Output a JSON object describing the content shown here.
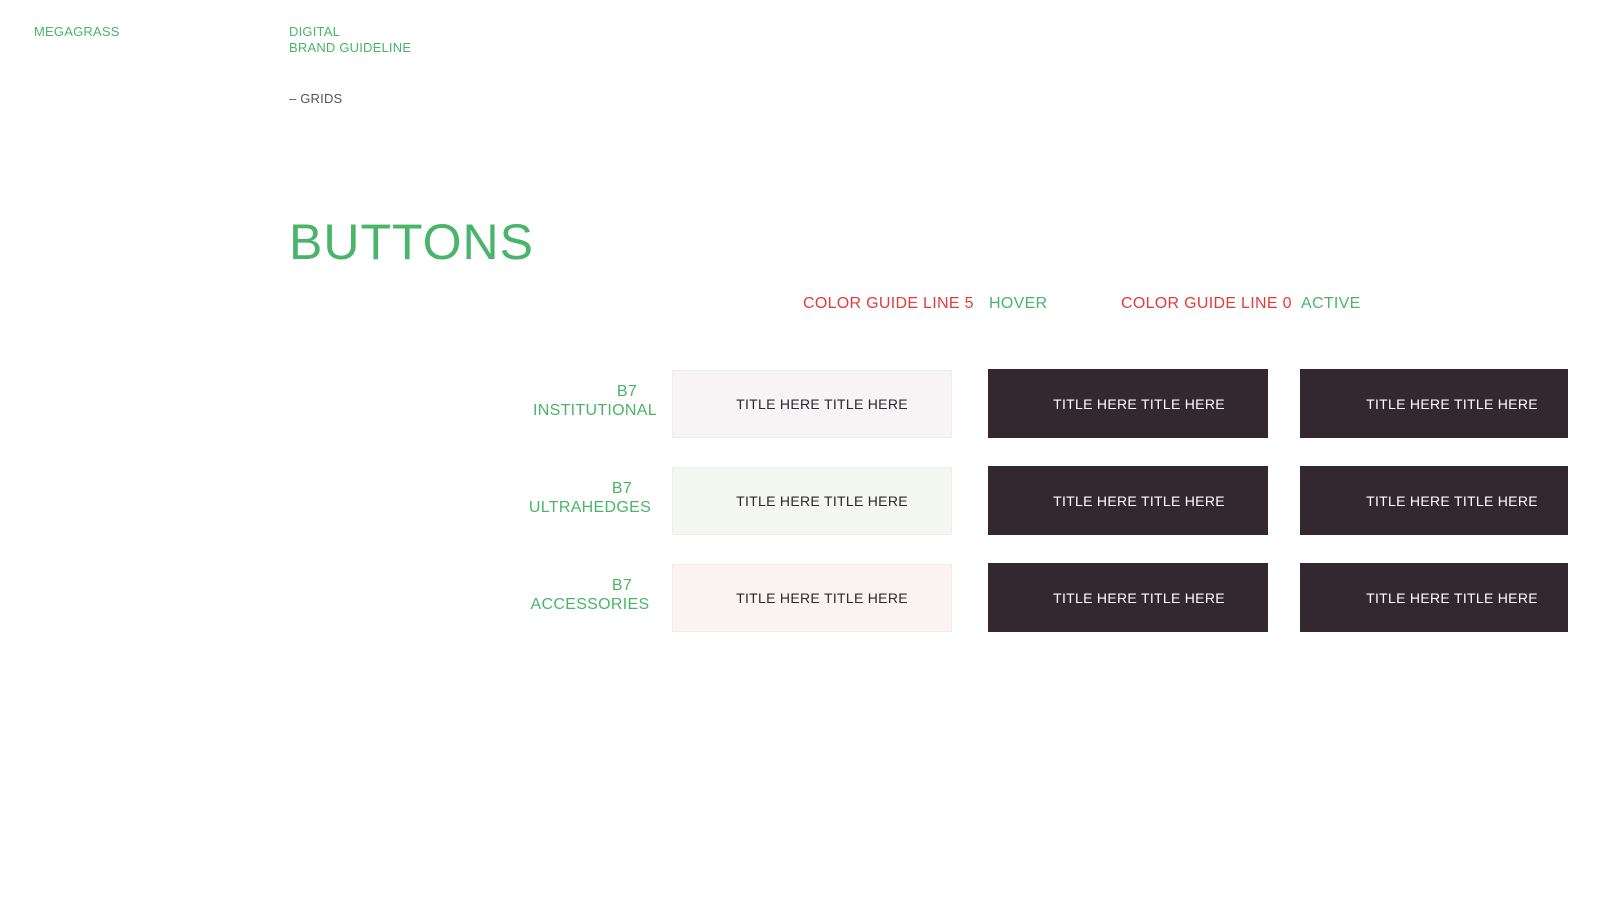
{
  "header": {
    "brand": "MEGAGRASS",
    "doc_title_line1": "DIGITAL",
    "doc_title_line2": "BRAND GUIDELINE",
    "section": "– GRIDS"
  },
  "page_title": "BUTTONS",
  "columns": {
    "light_label": "COLOR GUIDE LINE 5",
    "hover_label": "HOVER",
    "dark_label": "COLOR GUIDE LINE 0",
    "active_label": "ACTIVE"
  },
  "rows": [
    {
      "code": "B7",
      "name": "INSTITUTIONAL",
      "light_button": "TITLE HERE TITLE HERE",
      "hover_button": "TITLE HERE TITLE HERE",
      "active_button": "TITLE HERE TITLE HERE",
      "light_bg": "#f8f3f4"
    },
    {
      "code": "B7",
      "name": "ULTRAHEDGES",
      "light_button": "TITLE HERE TITLE HERE",
      "hover_button": "TITLE HERE TITLE HERE",
      "active_button": "TITLE HERE TITLE HERE",
      "light_bg": "#f4f7ef"
    },
    {
      "code": "B7",
      "name": "ACCESSORIES",
      "light_button": "TITLE HERE TITLE HERE",
      "hover_button": "TITLE HERE TITLE HERE",
      "active_button": "TITLE HERE TITLE HERE",
      "light_bg": "#fbf3f2"
    }
  ],
  "colors": {
    "brand_green": "#49b56a",
    "label_red": "#e23b3b",
    "dark_button": "#33282f"
  }
}
